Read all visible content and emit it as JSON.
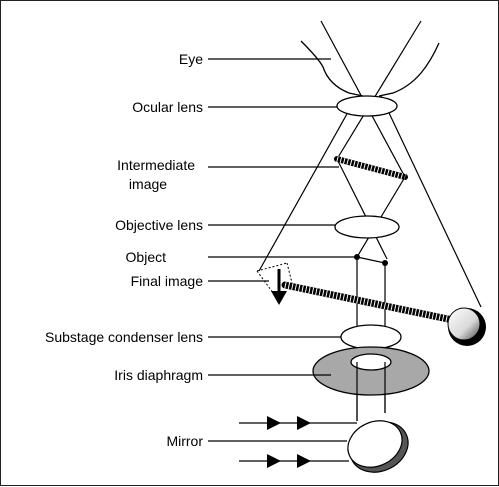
{
  "labels": {
    "eye": "Eye",
    "ocular_lens": "Ocular lens",
    "intermediate_image_line1": "Intermediate",
    "intermediate_image_line2": "image",
    "objective_lens": "Objective lens",
    "object": "Object",
    "final_image": "Final image",
    "substage_condenser_lens": "Substage condenser lens",
    "iris_diaphragm": "Iris diaphragm",
    "mirror": "Mirror"
  },
  "colors": {
    "line": "#000000",
    "iris_fill": "#a8a8a8",
    "mirror_edge": "#555555",
    "lens_fill": "#ffffff"
  }
}
